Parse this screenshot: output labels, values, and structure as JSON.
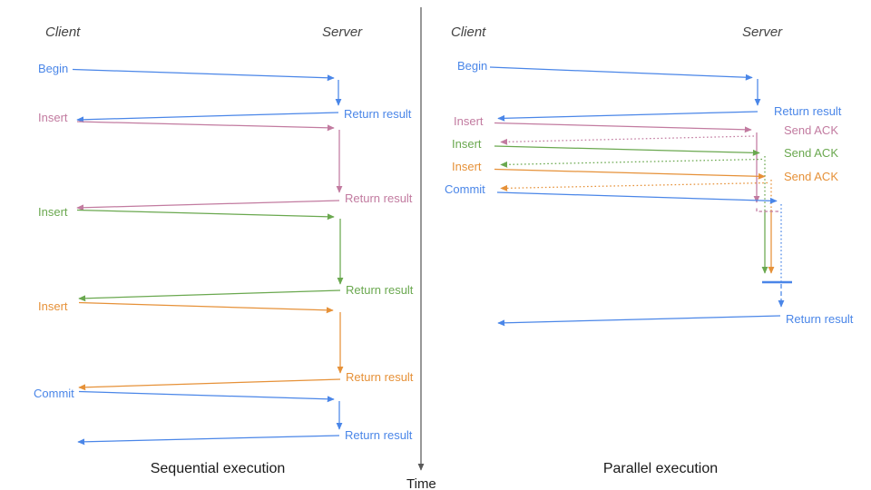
{
  "colors": {
    "blue": "#4a86e8",
    "pink": "#c27ba0",
    "green": "#6aa84f",
    "orange": "#e69138",
    "actor": "#434343",
    "axis": "#595959",
    "title": "#1a1a1a"
  },
  "axis": {
    "label": "Time"
  },
  "sequential": {
    "client": "Client",
    "server": "Server",
    "title": "Sequential execution",
    "events": [
      {
        "label": "Begin",
        "response": "Return result"
      },
      {
        "label": "Insert",
        "response": "Return result"
      },
      {
        "label": "Insert",
        "response": "Return result"
      },
      {
        "label": "Insert",
        "response": "Return result"
      },
      {
        "label": "Commit",
        "response": "Return result"
      }
    ]
  },
  "parallel": {
    "client": "Client",
    "server": "Server",
    "title": "Parallel execution",
    "events": [
      {
        "label": "Begin",
        "response": "Return result"
      },
      {
        "label": "Insert",
        "response": "Send ACK"
      },
      {
        "label": "Insert",
        "response": "Send ACK"
      },
      {
        "label": "Insert",
        "response": "Send ACK"
      },
      {
        "label": "Commit",
        "response": "Return result"
      }
    ]
  }
}
